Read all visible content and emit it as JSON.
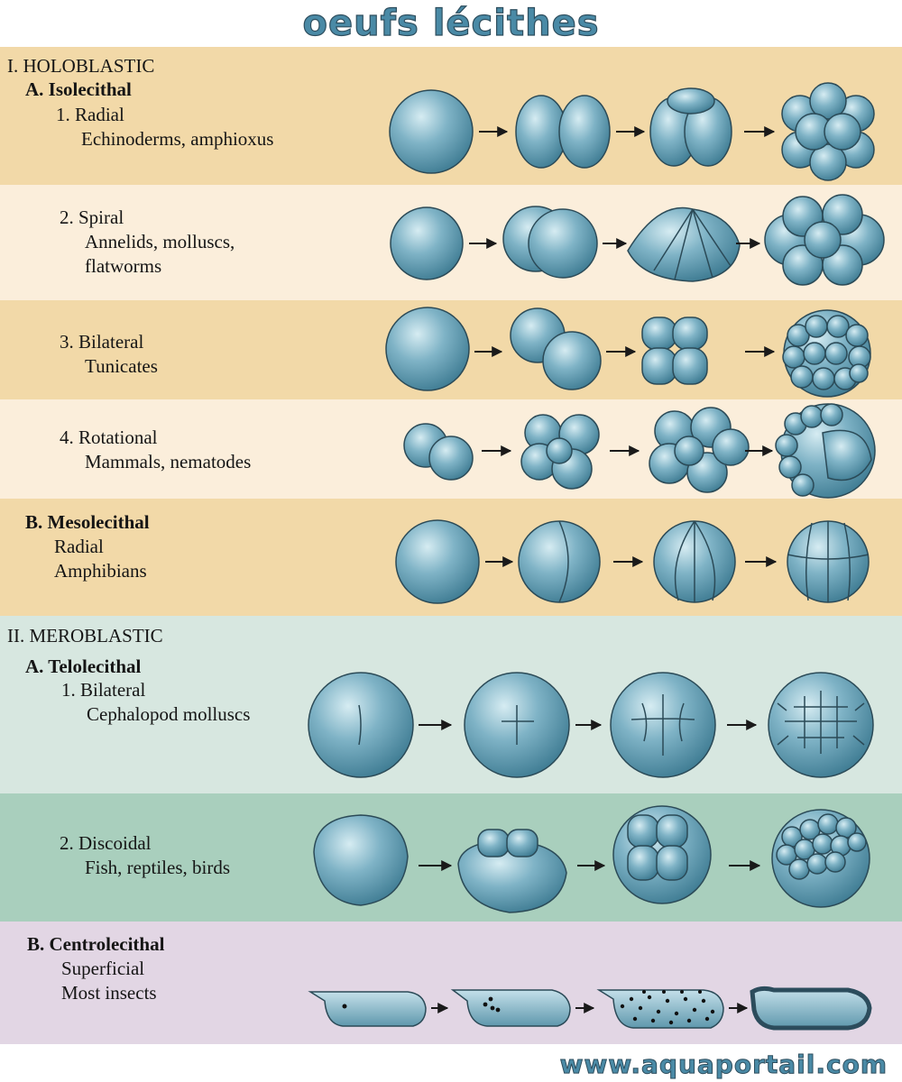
{
  "title": "oeufs lécithes",
  "watermark": "www.aquaportail.com",
  "colors": {
    "holoblastic_dark": "#f2d9a8",
    "holoblastic_light": "#fbeedb",
    "meroblastic_light": "#d7e7e0",
    "meroblastic_dark": "#a9cfbd",
    "centrolecithal": "#e2d6e4",
    "cell_fill": "#6fa6bb",
    "cell_stroke": "#2b4a57"
  },
  "sections": {
    "holoblastic": "I. HOLOBLASTIC",
    "isolecithal": "A. Isolecithal",
    "radial_num": "1. Radial",
    "radial_taxa": "Echinoderms, amphioxus",
    "spiral_num": "2. Spiral",
    "spiral_taxa_1": "Annelids, molluscs,",
    "spiral_taxa_2": "flatworms",
    "bilateral_num": "3. Bilateral",
    "bilateral_taxa": "Tunicates",
    "rotational_num": "4. Rotational",
    "rotational_taxa": "Mammals, nematodes",
    "mesolecithal": "B. Mesolecithal",
    "meso_type": "Radial",
    "meso_taxa": "Amphibians",
    "meroblastic": "II. MEROBLASTIC",
    "telolecithal": "A. Telolecithal",
    "telo_bilateral_num": "1. Bilateral",
    "telo_bilateral_taxa": "Cephalopod molluscs",
    "discoidal_num": "2. Discoidal",
    "discoidal_taxa": "Fish, reptiles, birds",
    "centrolecithal": "B. Centrolecithal",
    "superficial": "Superficial",
    "insects": "Most insects"
  }
}
